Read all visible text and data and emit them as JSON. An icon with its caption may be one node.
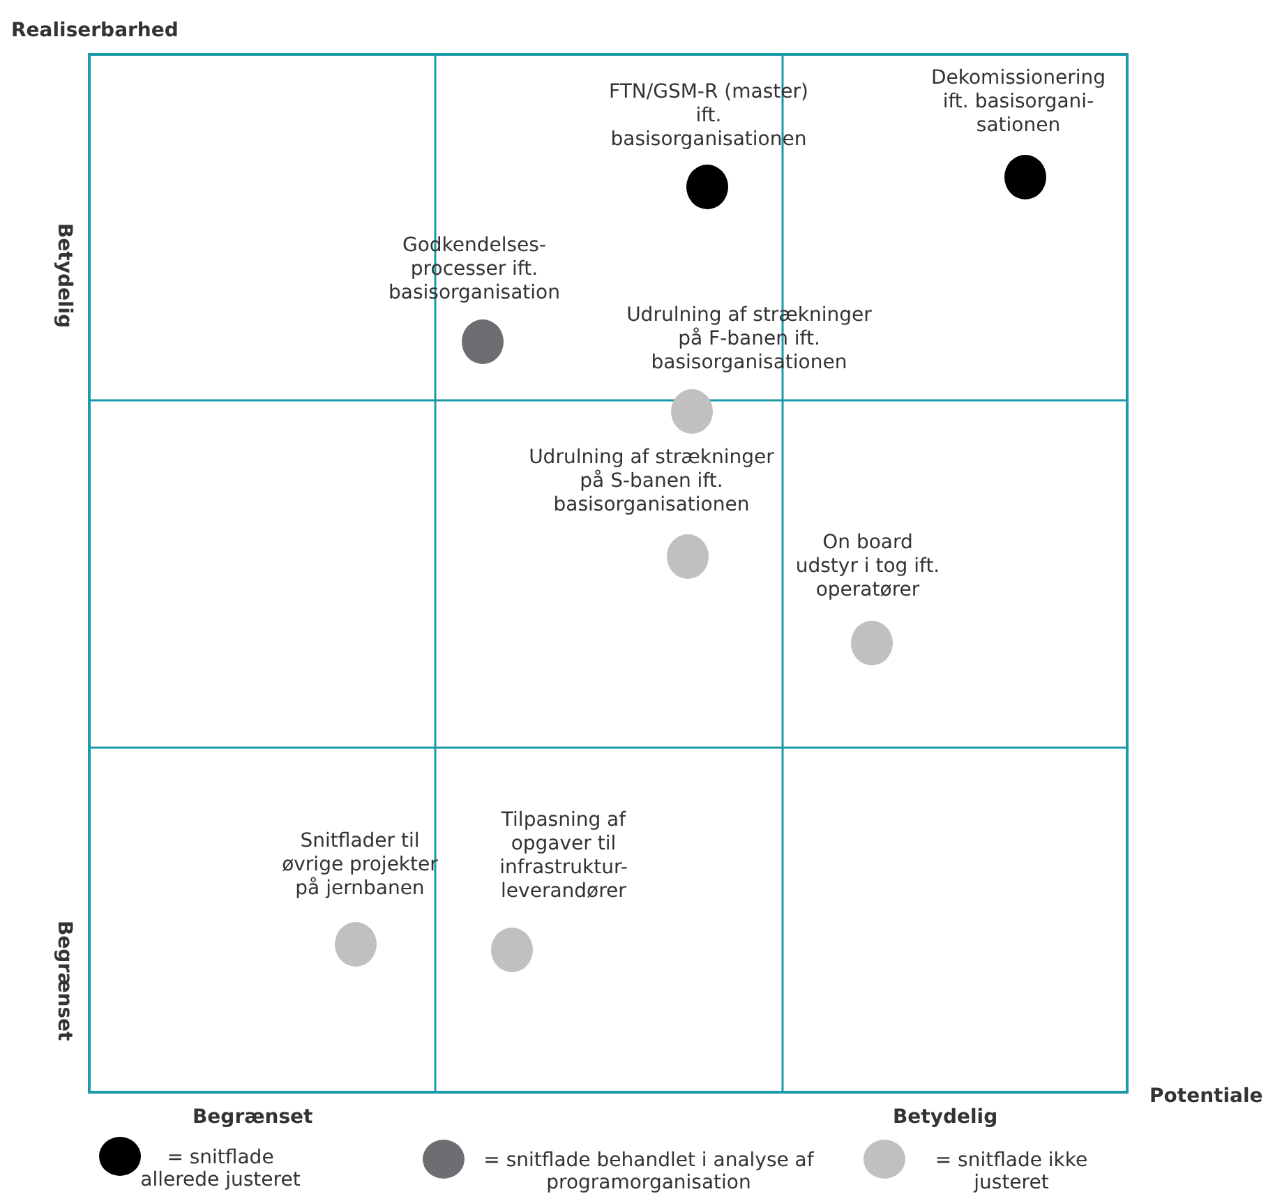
{
  "diagram": {
    "nodes": [
      {
        "text": [],
        "shape": "circle",
        "beside": [
          "FTN/GSM-R (master) ift. basisorganisationen"
        ]
      },
      {
        "text": [],
        "shape": "circle",
        "beside": [
          "Dekomissionering ift. basisorgani-sationen"
        ]
      },
      {
        "text": [],
        "shape": "circle",
        "beside": [
          "Godkendelses-processer ift. basisorganisation"
        ]
      },
      {
        "text": [],
        "shape": "circle",
        "beside": [
          "Udrulning af strækninger på F-banen ift. basisorganisationen"
        ]
      },
      {
        "text": [],
        "shape": "circle",
        "beside": [
          "Udrulning af strækninger på S-banen ift. basisorganisationen"
        ]
      },
      {
        "text": [],
        "shape": "circle",
        "beside": [
          "On board udstyr i tog ift. operatører"
        ]
      },
      {
        "text": [],
        "shape": "circle",
        "beside": [
          "Snitflader til øvrige projekter på jernbanen"
        ]
      },
      {
        "text": [],
        "shape": "circle",
        "beside": [
          "Tilpasning af opgaver til infrastruktur-leverandører"
        ]
      }
    ],
    "labels": [
      "Realiserbarhed",
      "Betydelig",
      "Begrænset",
      "Potentiale",
      "Begrænset",
      "Betydelig"
    ],
    "legend": [
      {
        "text": "= snitflade allerede justeret",
        "color": "#000000"
      },
      {
        "text": "= snitflade behandlet i analyse af programorganisation",
        "color": "#6d6e71"
      },
      {
        "text": "= snitflade ikke justeret",
        "color": "#c0c0c0"
      }
    ]
  }
}
